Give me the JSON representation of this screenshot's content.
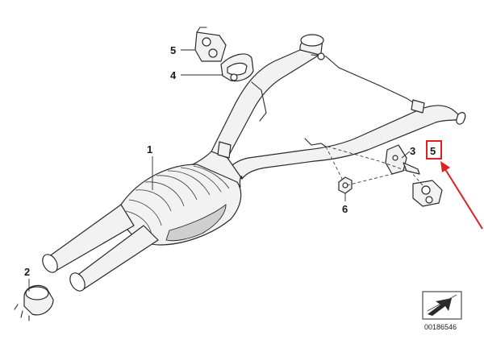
{
  "diagram": {
    "callouts": [
      {
        "id": "part-1",
        "label": "1"
      },
      {
        "id": "part-2",
        "label": "2"
      },
      {
        "id": "part-3",
        "label": "3"
      },
      {
        "id": "part-4",
        "label": "4"
      },
      {
        "id": "part-5-top",
        "label": "5"
      },
      {
        "id": "part-5-highlighted",
        "label": "5"
      },
      {
        "id": "part-6",
        "label": "6"
      }
    ],
    "catalog_number": "00186546",
    "highlight_color": "#e02020",
    "arrow_color": "#e02020"
  }
}
